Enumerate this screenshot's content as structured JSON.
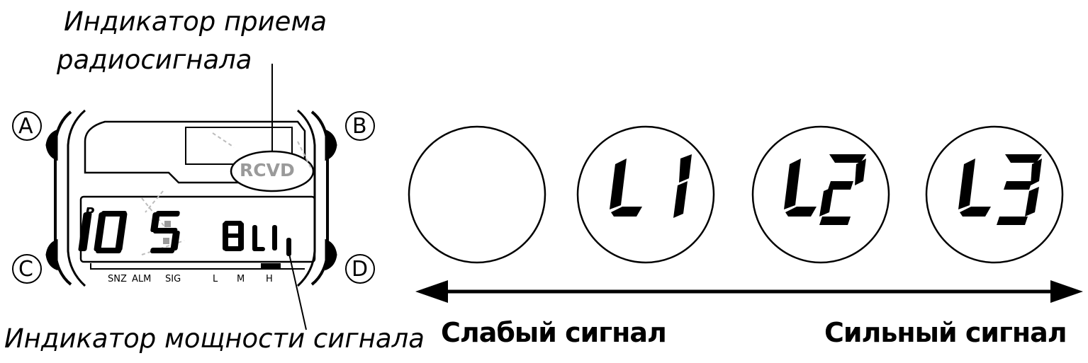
{
  "callouts": {
    "radio_indicator_line1": "Индикатор приема",
    "radio_indicator_line2": "радиосигнала",
    "strength_indicator": "Индикатор мощности сигнала"
  },
  "watch": {
    "buttons": {
      "a": "A",
      "b": "B",
      "c": "C",
      "d": "D"
    },
    "rcvd": "RCVD",
    "pm_mark": "P",
    "bottom_labels": {
      "snz": "SNZ",
      "alm": "ALM",
      "sig": "SIG",
      "low": "L",
      "mid": "M",
      "high": "H"
    },
    "display_digits": "10:58",
    "display_level": "L1"
  },
  "levels": [
    {
      "display": ""
    },
    {
      "display": "L1"
    },
    {
      "display": "L2"
    },
    {
      "display": "L3"
    }
  ],
  "axis": {
    "weak_label": "Слабый сигнал",
    "strong_label": "Сильный сигнал"
  },
  "colors": {
    "ink": "#000000",
    "rcvd_gray": "#9a9a9a",
    "seg_gray": "#bdbdbd"
  }
}
